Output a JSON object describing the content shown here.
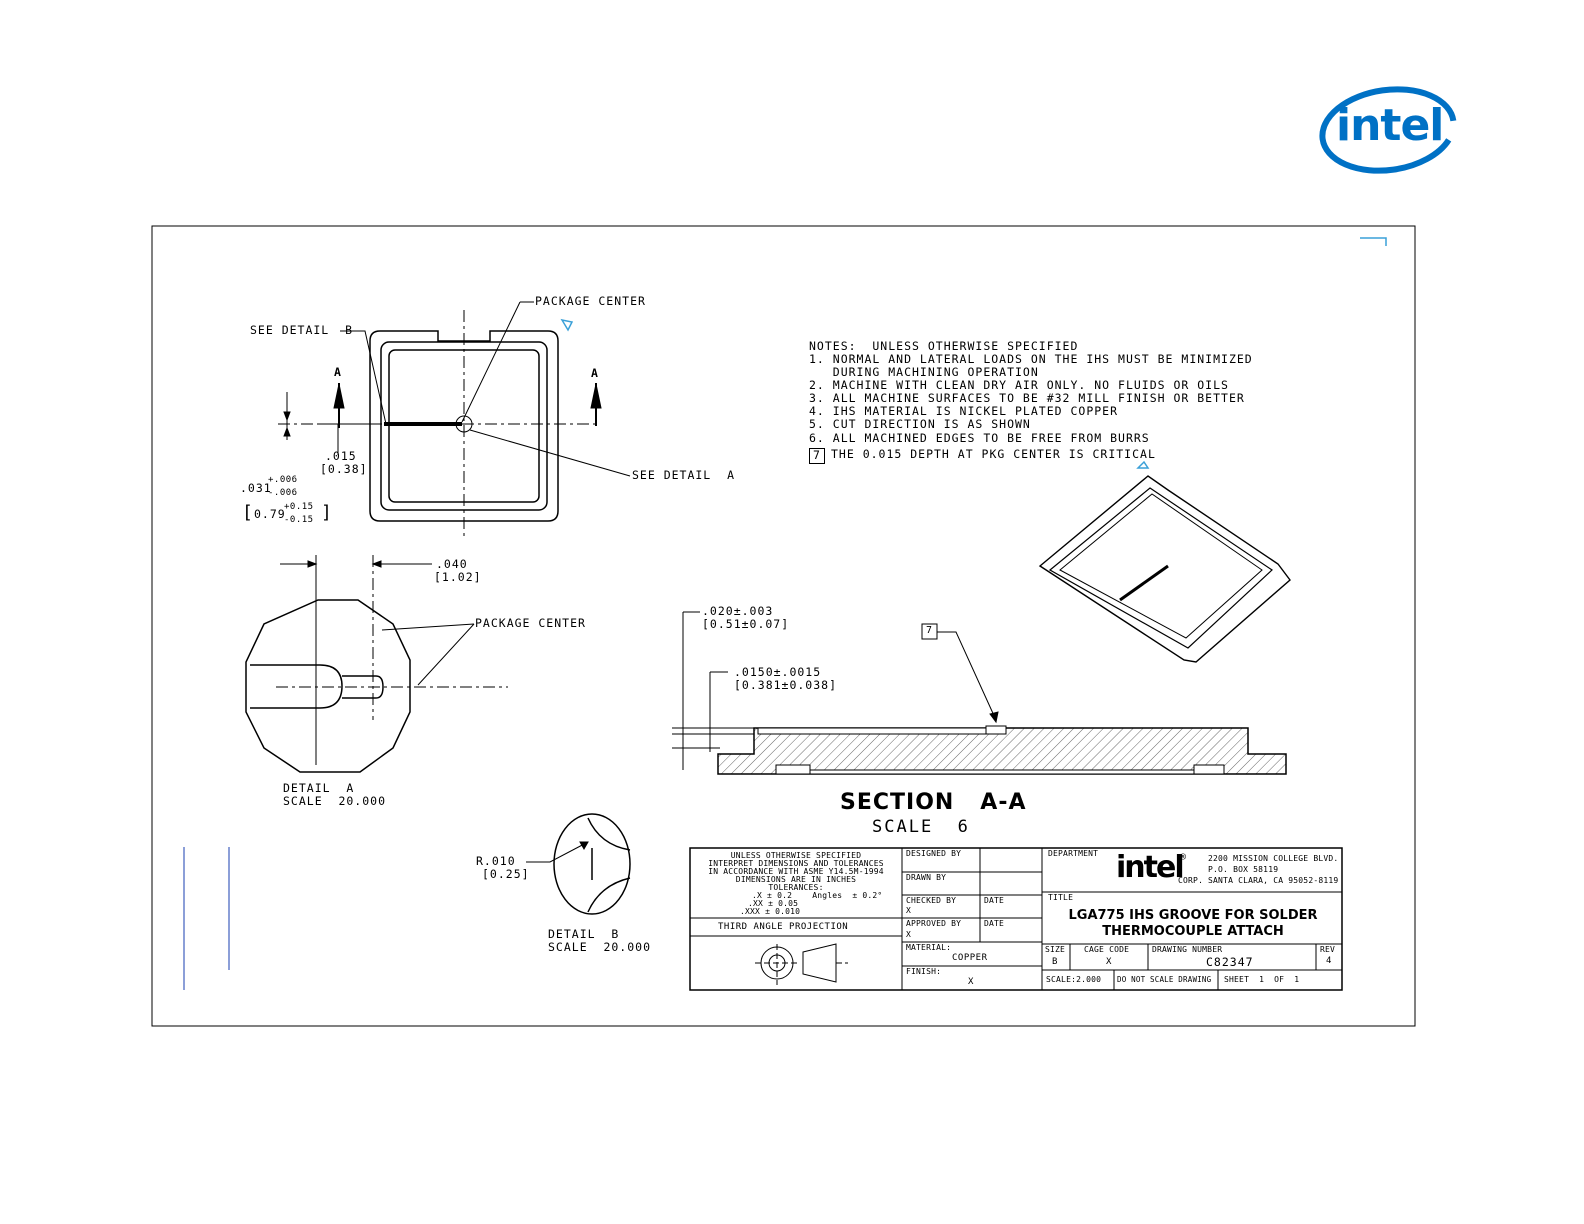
{
  "logo_text": "intel",
  "notes": {
    "heading": "NOTES:  UNLESS OTHERWISE SPECIFIED",
    "lines": [
      "1. NORMAL AND LATERAL LOADS ON THE IHS MUST BE MINIMIZED",
      "   DURING MACHINING OPERATION",
      "2. MACHINE WITH CLEAN DRY AIR ONLY. NO FLUIDS OR OILS",
      "3. ALL MACHINE SURFACES TO BE #32 MILL FINISH OR BETTER",
      "4. IHS MATERIAL IS NICKEL PLATED COPPER",
      "5. CUT DIRECTION IS AS SHOWN",
      "6. ALL MACHINED EDGES TO BE FREE FROM BURRS"
    ],
    "note7_num": "7",
    "note7_text": "THE 0.015 DEPTH AT PKG CENTER IS CRITICAL"
  },
  "top_view": {
    "package_center": "PACKAGE CENTER",
    "see_detail_b": "SEE DETAIL  B",
    "see_detail_a": "SEE DETAIL  A",
    "section_mark": "A",
    "dim_015": ".015",
    "dim_015_mm": "[0.38]",
    "dim_031": ".031",
    "dim_031_tol_plus": "+.006",
    "dim_031_tol_minus": "-.006",
    "dim_079": "0.79",
    "dim_079_tol_plus": "+0.15",
    "dim_079_tol_minus": "-0.15"
  },
  "detail_a": {
    "dim_040": ".040",
    "dim_040_mm": "[1.02]",
    "package_center": "PACKAGE CENTER",
    "label": "DETAIL  A",
    "scale": "SCALE  20.000"
  },
  "detail_b": {
    "radius": "R.010",
    "radius_mm": "[0.25]",
    "label": "DETAIL  B",
    "scale": "SCALE  20.000"
  },
  "section": {
    "dim_020": ".020±.003",
    "dim_020_mm": "[0.51±0.07]",
    "dim_0150": ".0150±.0015",
    "dim_0150_mm": "[0.381±0.038]",
    "callout": "7",
    "title": "SECTION   A-A",
    "scale": "SCALE  6"
  },
  "title_block": {
    "tolerance_lines": [
      "UNLESS OTHERWISE SPECIFIED",
      "INTERPRET DIMENSIONS AND TOLERANCES",
      "IN ACCORDANCE WITH ASME Y14.5M-1994",
      "DIMENSIONS ARE IN INCHES",
      "TOLERANCES:",
      ".X ± 0.2    Angles  ± 0.2°",
      ".XX ± 0.05",
      ".XXX ± 0.010"
    ],
    "projection": "THIRD ANGLE PROJECTION",
    "designed_by": "DESIGNED BY",
    "drawn_by": "DRAWN BY",
    "checked_by": "CHECKED BY",
    "checked_val": "X",
    "approved_by": "APPROVED BY",
    "approved_val": "X",
    "date1": "DATE",
    "date2": "DATE",
    "material_label": "MATERIAL:",
    "material": "COPPER",
    "finish_label": "FINISH:",
    "finish": "X",
    "department": "DEPARTMENT",
    "company": "intel",
    "address1": "2200 MISSION COLLEGE BLVD.",
    "address2": "P.O. BOX 58119",
    "address3": "SANTA CLARA, CA 95052-8119",
    "corp": "CORP.",
    "title_label": "TITLE",
    "title_line1": "LGA775 IHS GROOVE FOR SOLDER",
    "title_line2": "THERMOCOUPLE ATTACH",
    "size_label": "SIZE",
    "size": "B",
    "cage_label": "CAGE CODE",
    "cage": "X",
    "dwg_label": "DRAWING NUMBER",
    "dwg": "C82347",
    "rev_label": "REV",
    "rev": "4",
    "scale": "SCALE:2.000",
    "do_not_scale": "DO NOT SCALE DRAWING",
    "sheet": "SHEET  1  OF  1"
  },
  "colors": {
    "intel_blue": "#0071c5",
    "marker_blue": "#3aa0d8",
    "line": "#000000"
  }
}
